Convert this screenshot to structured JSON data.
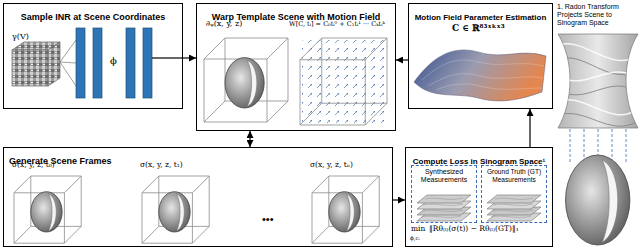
{
  "diagram": {
    "nodes": [
      {
        "text": [
          "Sample INR at Scene Coordinates"
        ]
      },
      {
        "text": [
          "Warp Template Scene with Motion Field"
        ]
      },
      {
        "text": [
          "Motion Field Parameter Estimation"
        ]
      },
      {
        "text": [
          "Generate Scene Frames"
        ]
      },
      {
        "text": [
          "Compute Loss in Sinogram Space¹"
        ]
      },
      {
        "text": [
          "Synthesized Measurements"
        ],
        "in": 4
      },
      {
        "text": [
          "Ground Truth (GT) Measurements"
        ],
        "in": 4
      }
    ],
    "edges": [
      {
        "from": 0,
        "to": 1,
        "arrow": "to"
      },
      {
        "from": 2,
        "to": 1,
        "arrow": "to"
      },
      {
        "from": 1,
        "to": 3,
        "arrow": "both"
      },
      {
        "from": 3,
        "to": 4,
        "arrow": "to"
      },
      {
        "from": 4,
        "to": 2,
        "arrow": "to"
      }
    ],
    "labels": [
      "γ(V)",
      "ϕ",
      "∂ᵩ(x, y, z)",
      "W[C, tᵢ] = C₀tᵢ⁰ + C₁tᵢ¹ ··· Cₖtᵢᵏ",
      "C ∈ ℝ⁸³ˣᵏˣ³",
      "σ(x, y, z, t₀)",
      "σ(x, y, z, t₁)",
      "σ(x, y, z, tₙ)",
      "•••",
      "min",
      "ϕ,cᵢ",
      "‖Rθ₍ₜ₎(σ(t)) − Rθ₍ₜ₎(GT)‖₁",
      "1. Radon Transform Projects Scene to Sinogram Space"
    ]
  }
}
